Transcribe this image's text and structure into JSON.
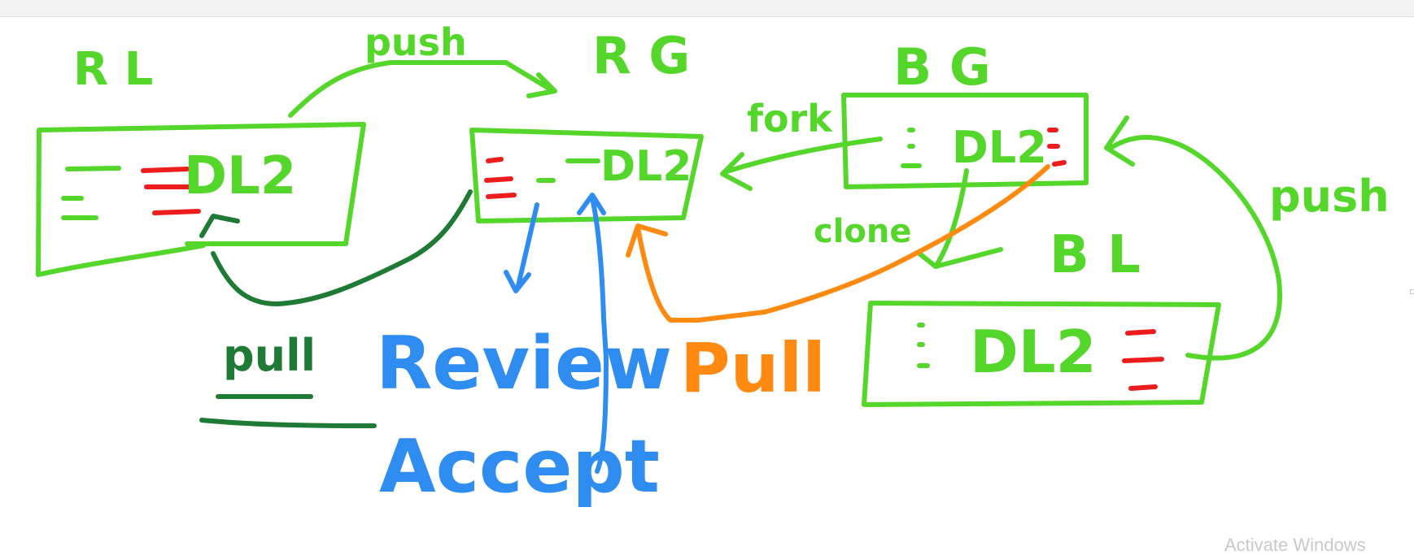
{
  "colors": {
    "green": "#55d62a",
    "dark_green": "#1e7a34",
    "red": "#ee1d1d",
    "blue": "#2f8cf0",
    "orange": "#ff8a12"
  },
  "labels": {
    "rl": "R L",
    "rg": "R G",
    "bg": "B G",
    "bl": "B L",
    "push_top": "push",
    "push_right": "push",
    "fork": "fork",
    "clone": "clone",
    "pull_dark": "pull",
    "pull_orange": "Pull",
    "review": "Review",
    "accept": "Accept",
    "dl2_rl": "DL2",
    "dl2_rg": "DL2",
    "dl2_bg": "DL2",
    "dl2_bl": "DL2"
  },
  "watermark": "Activate Windows",
  "edge_mark": "□"
}
